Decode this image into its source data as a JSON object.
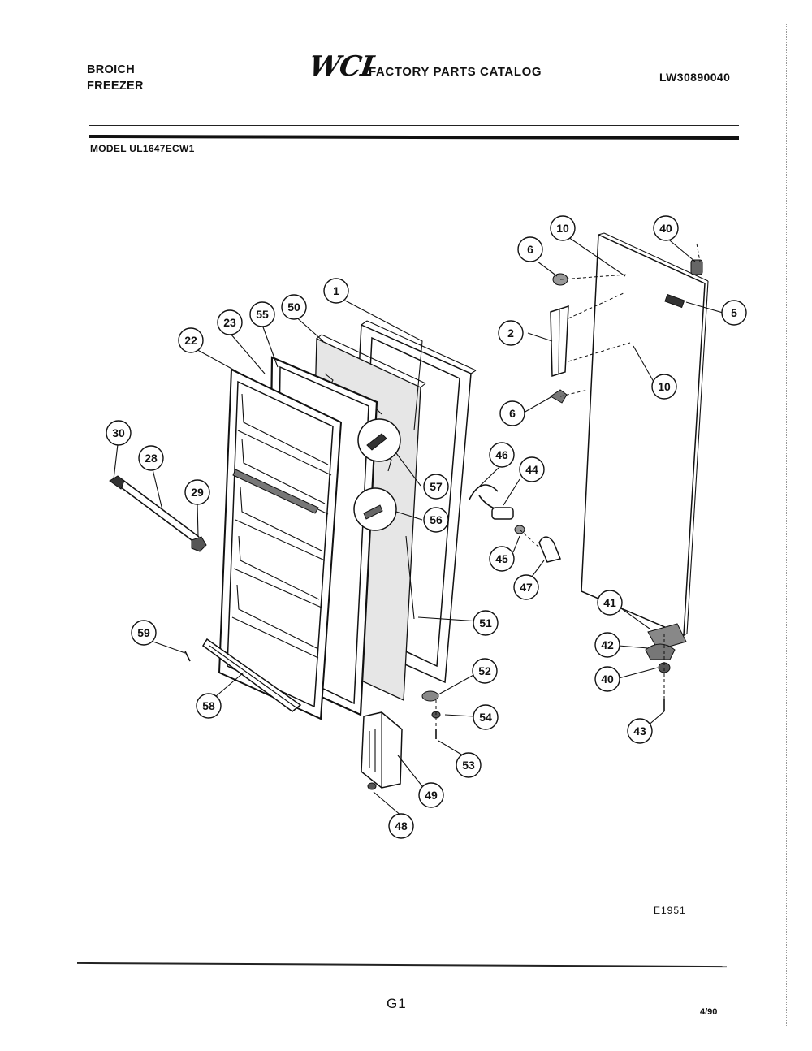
{
  "header": {
    "brand_line1": "BROICH",
    "brand_line2": "FREEZER",
    "logo": "WCI",
    "catalog_title": "FACTORY PARTS CATALOG",
    "doc_number": "LW30890040",
    "model": "MODEL UL1647ECW1"
  },
  "diagram": {
    "callouts": [
      "10",
      "40",
      "6",
      "1",
      "5",
      "50",
      "55",
      "23",
      "2",
      "22",
      "10",
      "6",
      "30",
      "28",
      "46",
      "44",
      "57",
      "29",
      "56",
      "45",
      "47",
      "41",
      "51",
      "59",
      "42",
      "40",
      "52",
      "58",
      "54",
      "43",
      "53",
      "49",
      "48"
    ],
    "drawing_code": "E1951"
  },
  "footer": {
    "page": "G1",
    "date": "4/90"
  }
}
